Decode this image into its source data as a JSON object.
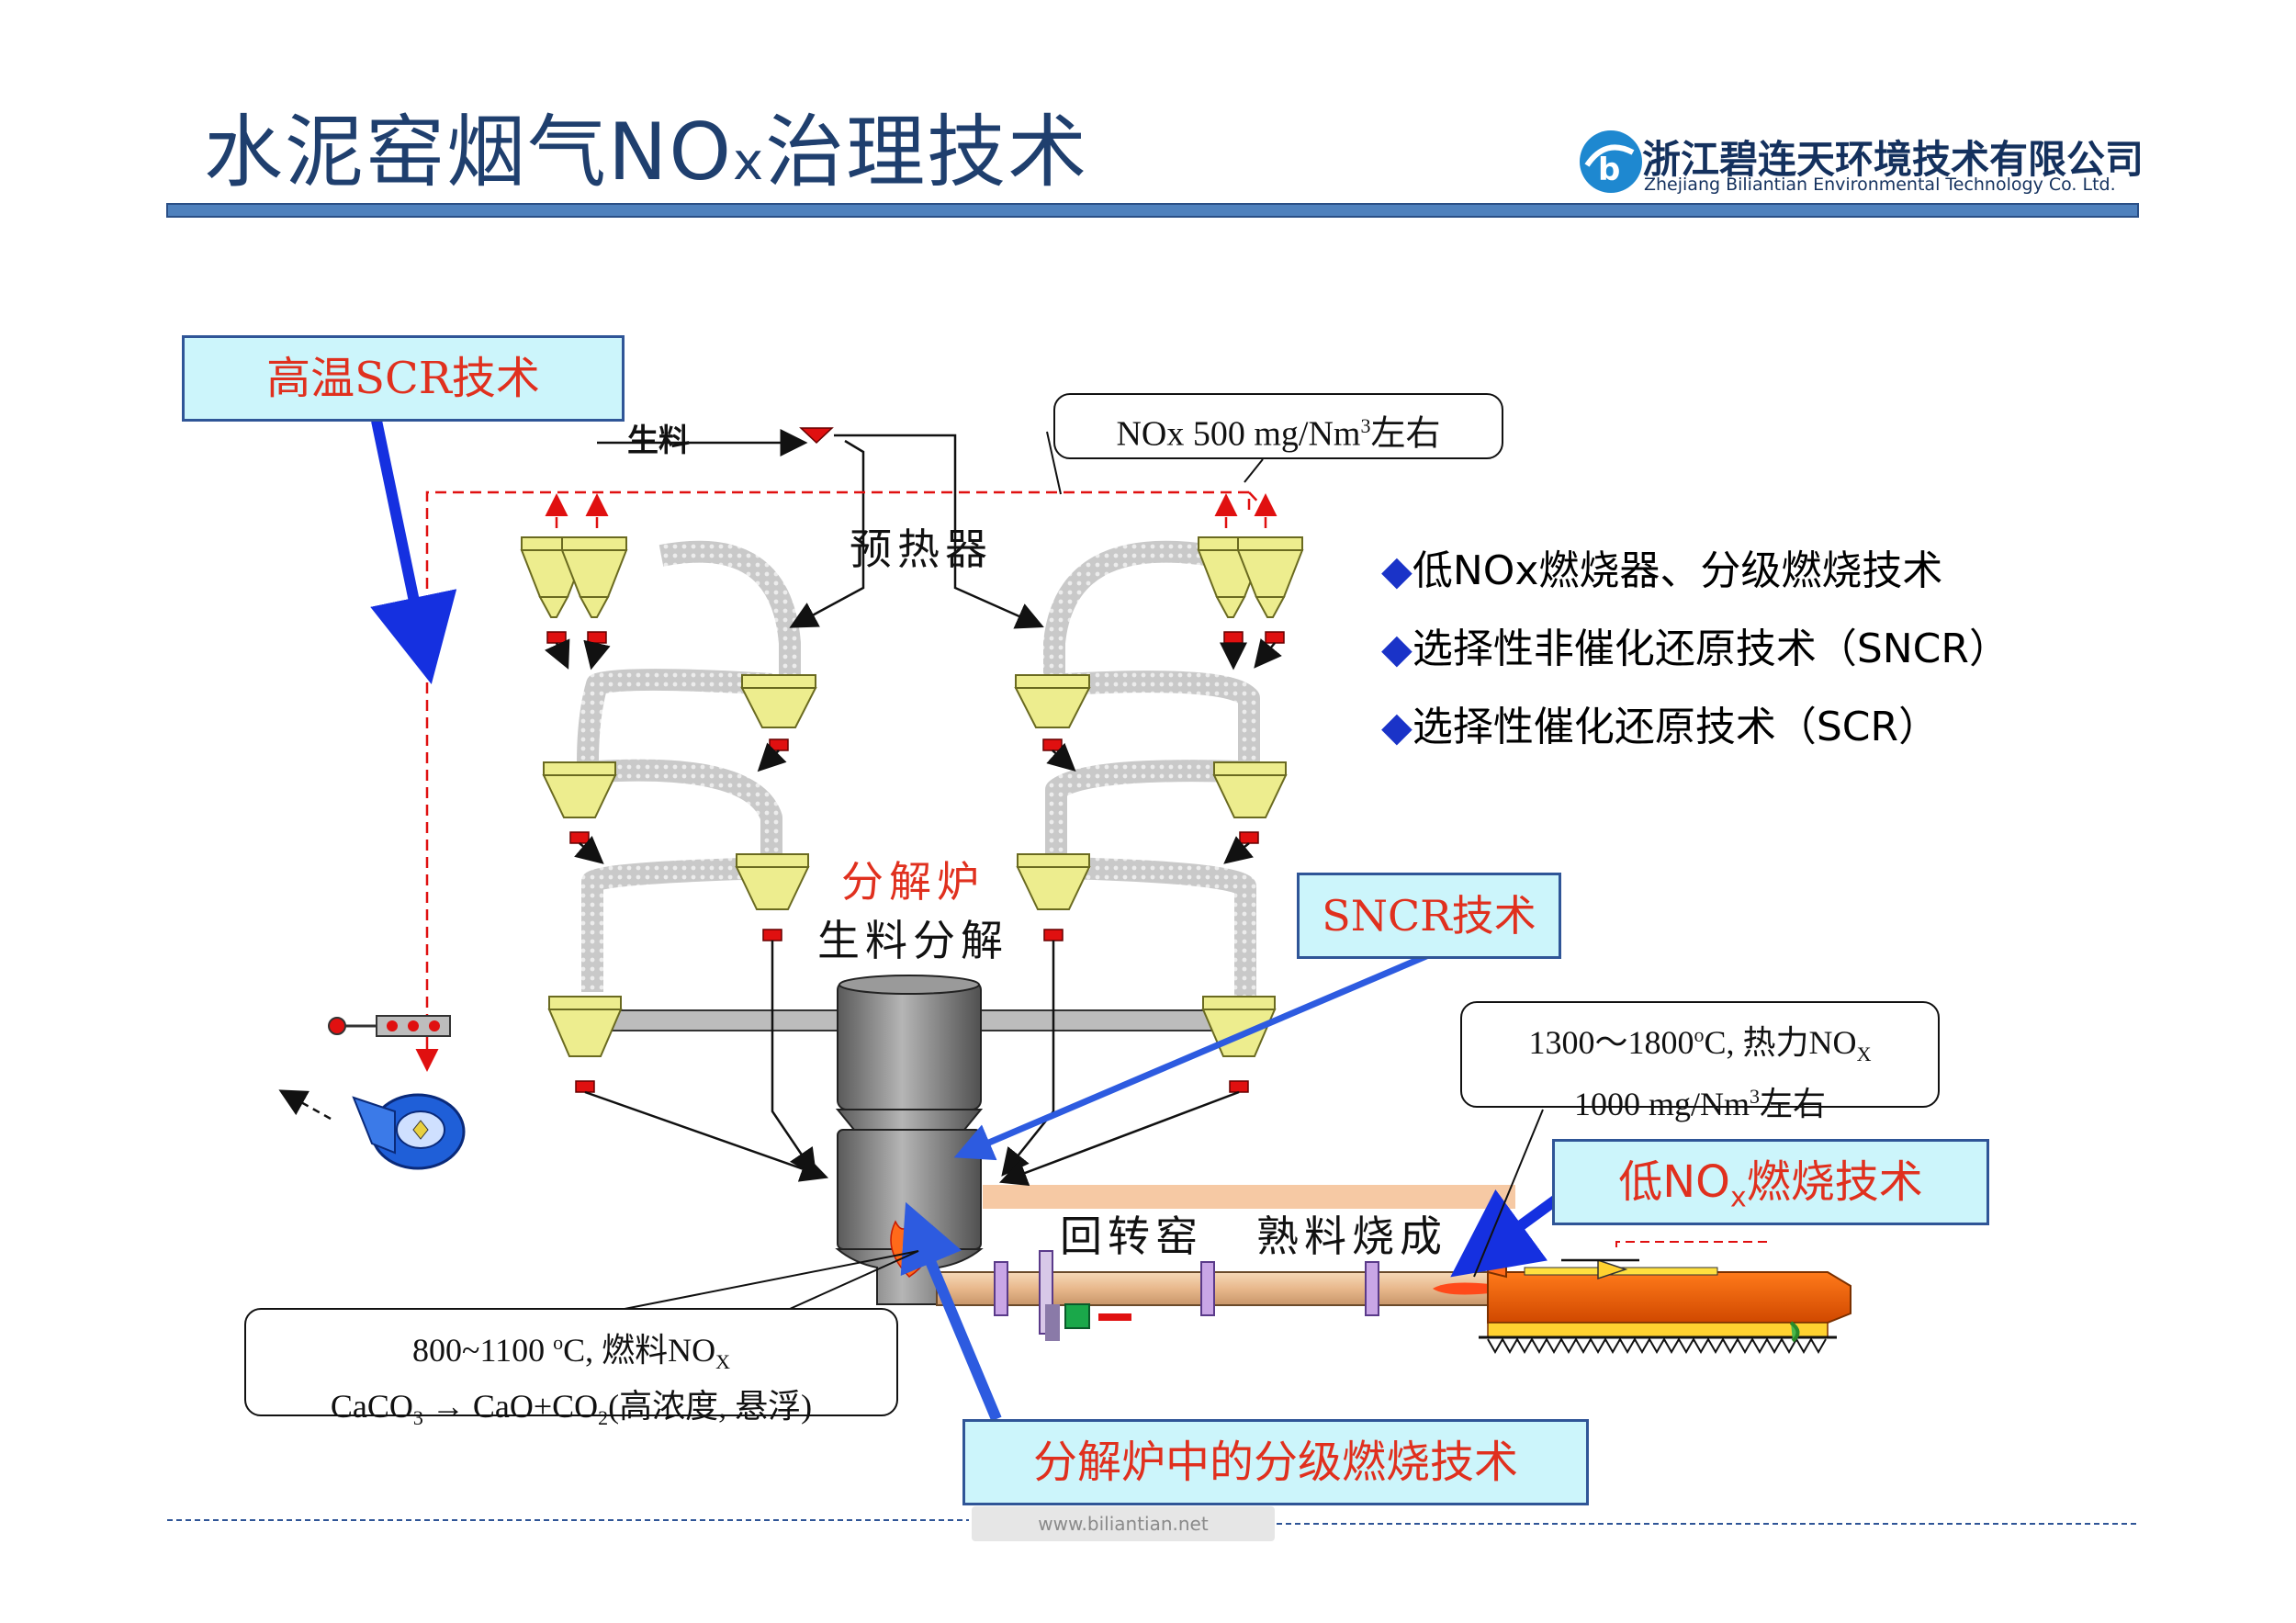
{
  "header": {
    "title_main": "水泥窑烟气NO",
    "title_sub": "x",
    "title_tail": "治理技术",
    "company_cn": "浙江碧连天环境技术有限公司",
    "company_en": "Zhejiang Biliantian Environmental Technology Co. Ltd."
  },
  "callouts": {
    "high_temp_scr": "高温SCR技术",
    "sncr": "SNCR技术",
    "low_nox_burner_pre": "低NO",
    "low_nox_burner_sub": "x",
    "low_nox_burner_post": "燃烧技术",
    "staged_combustion": "分解炉中的分级燃烧技术"
  },
  "notes": {
    "nox_500": "NOx 500 mg/Nm",
    "nox_500_sup": "3",
    "nox_500_tail": "左右",
    "kiln_line1_a": "1300～1800",
    "kiln_line1_sup": "o",
    "kiln_line1_b": "C, 热力NO",
    "kiln_line1_sub": "X",
    "kiln_line2_a": "1000 mg/Nm",
    "kiln_line2_sup": "3",
    "kiln_line2_b": "左右",
    "calciner_line1_a": "800~1100 ",
    "calciner_line1_sup": "o",
    "calciner_line1_b": "C, 燃料NO",
    "calciner_line1_sub": "X",
    "calciner_line2_a": "CaCO",
    "calciner_line2_sub1": "3",
    "calciner_line2_b": " → CaO+CO",
    "calciner_line2_sub2": "2",
    "calciner_line2_c": "(高浓度, 悬浮)"
  },
  "bullets": [
    "低NOx燃烧器、分级燃烧技术",
    "选择性非催化还原技术（SNCR）",
    "选择性催化还原技术（SCR）"
  ],
  "bullet_symbol": "◆",
  "labels": {
    "raw_meal": "生料",
    "preheater": "预热器",
    "calciner": "分解炉",
    "raw_decomp": "生料分解",
    "rotary_kiln": "回转窑",
    "clinker": "熟料烧成"
  },
  "footer": {
    "url": "www.biliantian.net"
  },
  "colors": {
    "title": "#1f3f6e",
    "callout_fill": "#ccf5fb",
    "callout_text": "#e0301e",
    "arrow_blue": "#1530e0",
    "cyclone": "#eded8e",
    "duct": "#c8c8c8",
    "valve": "#e01010",
    "dashed_red": "#e01010"
  }
}
